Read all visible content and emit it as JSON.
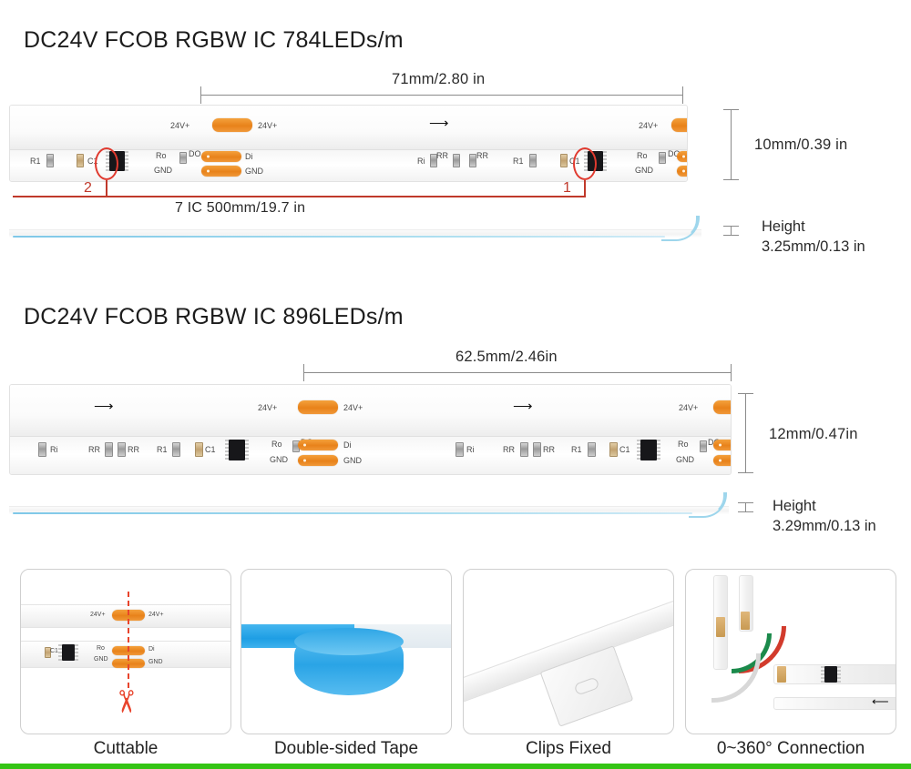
{
  "products": [
    {
      "title": "DC24V FCOB RGBW IC 784LEDs/m",
      "cut_length_label": "71mm/2.80 in",
      "ic_span_label": "7 IC   500mm/19.7 in",
      "width_label": "10mm/0.39 in",
      "height_title": "Height",
      "height_label": "3.25mm/0.13 in",
      "callouts": [
        "1",
        "2"
      ],
      "pad_labels": {
        "v_left": "24V+",
        "v_right": "24V+",
        "data_in": "Di",
        "ground": "GND",
        "ground_left": "GND",
        "resistor_out": "Ro",
        "dout": "DO"
      },
      "components": [
        "R1",
        "C1",
        "Ri",
        "RR",
        "RR"
      ]
    },
    {
      "title": "DC24V FCOB RGBW IC 896LEDs/m",
      "cut_length_label": "62.5mm/2.46in",
      "width_label": "12mm/0.47in",
      "height_title": "Height",
      "height_label": "3.29mm/0.13 in",
      "pad_labels": {
        "v_left": "24V+",
        "v_right": "24V+",
        "data_in": "Di",
        "ground": "GND",
        "ground_left": "GND",
        "resistor_out": "Ro",
        "dout": "DO"
      },
      "components": [
        "Ri",
        "RR",
        "RR",
        "R1",
        "C1"
      ]
    }
  ],
  "features": [
    {
      "caption": "Cuttable",
      "icon": "scissors-icon"
    },
    {
      "caption": "Double-sided Tape",
      "icon": "tape-icon"
    },
    {
      "caption": "Clips Fixed",
      "icon": "clip-icon"
    },
    {
      "caption": "0~360° Connection",
      "icon": "connector-icon"
    }
  ],
  "colors": {
    "accent_green": "#34c415",
    "callout_red": "#c0392b",
    "pad_orange": "#e8821a",
    "tape_blue": "#1e9ee4",
    "wire_red": "#d23b2c",
    "wire_green": "#1b8a4b",
    "dimension_gray": "#8b8b8b"
  }
}
